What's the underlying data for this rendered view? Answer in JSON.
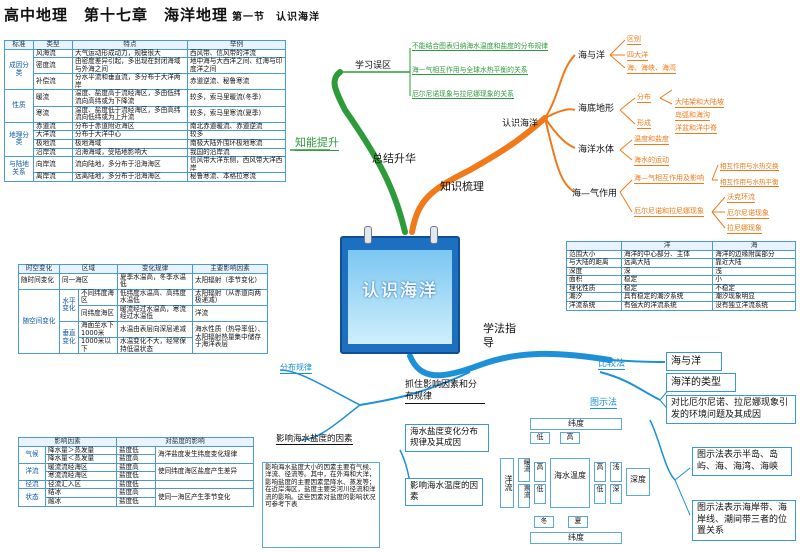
{
  "header": {
    "title": "高中地理　第十七章　海洋地理",
    "subtitle": "第一节　认识海洋"
  },
  "current_table": {
    "headers": [
      "标准",
      "类型",
      "特点",
      "举例"
    ],
    "rows": [
      {
        "g": "成因分类",
        "gspan": 3,
        "type": "风海流",
        "feat": "大气运动形成动力，规模很大",
        "ex": "西风带、信风带的洋流"
      },
      {
        "type": "密度流",
        "feat": "由密度差异引起，多出现在封闭海域与外海之间",
        "ex": "地中海与大西洋之间、红海与印度洋之间"
      },
      {
        "type": "补偿流",
        "feat": "分水平流和垂直流，多分布于大洋两岸",
        "ex": "赤道逆流、秘鲁寒流"
      },
      {
        "g": "性质",
        "gspan": 2,
        "type": "暖流",
        "feat": "温度、盐度高于流经海区，多由低纬流向高纬或为下降流",
        "ex": "较多，索马里暖流(冬季)"
      },
      {
        "type": "寒流",
        "feat": "温度、盐度低于流经海区，多由高纬流向低纬或为上升流",
        "ex": "较多，索马里寒流(夏季)"
      },
      {
        "g": "地理分类",
        "gspan": 4,
        "type": "赤道流",
        "feat": "分布于赤道附近海区",
        "ex": "南北赤道暖流、赤道逆流"
      },
      {
        "type": "大洋流",
        "feat": "分布于大洋中心",
        "ex": "较多"
      },
      {
        "type": "极地流",
        "feat": "极地海域",
        "ex": "南极大陆外围环极地寒流"
      },
      {
        "type": "沿岸流",
        "feat": "沿海海域，受陆地影响大",
        "ex": "我国的沿岸流"
      },
      {
        "g": "与陆地关系",
        "gspan": 2,
        "type": "向岸流",
        "feat": "流向陆地，多分布于沿海海区",
        "ex": "信风带大洋东侧，西风带大洋西岸"
      },
      {
        "type": "离岸流",
        "feat": "远离陆地，多分布于沿海海区",
        "ex": "秘鲁寒流、本格拉寒流"
      }
    ]
  },
  "temp_table": {
    "headers": [
      "时空变化",
      "区域",
      "变化规律",
      "主要影响因素"
    ],
    "rows": [
      {
        "a": "随时间变化",
        "b": "同一海区",
        "c": "夏季水温高，冬季水温低",
        "d": "太阳辐射（季节变化）"
      },
      {
        "a": "随空间变化",
        "b": "水平变化",
        "b1": "不同纬度海区",
        "c": "低纬度水温高、高纬度水温低",
        "d": "太阳辐射（从赤道向两极递减）"
      },
      {
        "b1": "同纬度海区",
        "c": "暖流经过水温高，寒流经过水温低",
        "d": "洋流"
      },
      {
        "b": "垂直变化",
        "b1": "海面至水下1000米",
        "c": "水温由表层向深层递减",
        "d": "海水性质（热导率低）、太阳辐射热量集中储存于海洋表层"
      },
      {
        "b1": "1000米以下",
        "c": "水温变化不大，经常保持低温状态",
        "d": ""
      }
    ]
  },
  "salinity_table": {
    "headers": [
      "影响因素",
      "",
      "对盐度的影响",
      ""
    ],
    "rows": [
      {
        "a": "气候",
        "b": "降水量＞蒸发量",
        "c": "盐度低",
        "d": "海洋盐度发生纬度变化规律"
      },
      {
        "b": "降水量＜蒸发量",
        "c": "盐度高"
      },
      {
        "a": "洋流",
        "b": "暖流流经海区",
        "c": "盐度高",
        "d": "使同纬度海区盐度产生差异"
      },
      {
        "b": "寒流流经海区",
        "c": "盐度低"
      },
      {
        "a": "径流",
        "b": "径流汇入区",
        "c": "盐度低"
      },
      {
        "a": "状态",
        "b": "结冰",
        "c": "盐度高",
        "d": "使同一海区产生季节变化"
      },
      {
        "b": "融冰",
        "c": "盐度低"
      }
    ]
  },
  "compare_table": {
    "headers": [
      "",
      "洋",
      "海"
    ],
    "rows": [
      [
        "范围大小",
        "海洋的中心部分、主体",
        "海洋的边缘附属部分"
      ],
      [
        "与大陆的距离",
        "远离大陆",
        "靠近大陆"
      ],
      [
        "深度",
        "深",
        "浅"
      ],
      [
        "面积",
        "稳定",
        "小"
      ],
      [
        "理化性质",
        "稳定",
        "不稳定"
      ],
      [
        "潮汐",
        "具有稳定的潮汐系统",
        "潮汐现象明显"
      ],
      [
        "洋流系统",
        "有强大的洋流系统",
        "没有独立洋流系统"
      ]
    ]
  },
  "summary": {
    "center": "认识海洋",
    "branch1": "总结升华",
    "ability": "知能提升",
    "mistakes": "学习误区",
    "mistake_items": [
      "不能结合图表归纳海水温度和盐度的分布规律",
      "海—气相互作用与全球水热平衡的关系",
      "厄尔尼诺现象与拉尼娜现象的关系"
    ],
    "knowledge": "知识梳理",
    "learn_ocean": "认识海洋",
    "nodes": {
      "sea_ocean": "海与洋",
      "quzhu": "区别",
      "four": "四大洋",
      "types": "海、海峡、海湾",
      "seabed": "海底地形",
      "fenbu": "分布",
      "xingcheng": "形成",
      "s1": "大陆架和大陆坡",
      "s2": "岛弧和海沟",
      "s3": "洋盆和洋中脊",
      "water": "海洋水体",
      "w1": "温度和盐度",
      "w2": "海水的运动",
      "airsea": "海—气作用",
      "a1": "海—气相互作用及影响",
      "a1a": "相互作用与水热交换",
      "a1b": "相互作用与水热平衡",
      "a2": "厄尔尼诺和拉尼娜现象",
      "a2a": "沃克环流",
      "a2b": "厄尔尼诺现象",
      "a2c": "拉尼娜现象"
    },
    "method": "学法指导",
    "compare": "比较法",
    "c1": "海与洋",
    "c2": "海洋的类型",
    "c3": "对比厄尔尼诺、拉尼娜现象引发的环境问题及其成因",
    "diagram": "图示法",
    "d1": "图示法表示半岛、岛屿、海、海湾、海峡",
    "d2": "图示法表示海岸带、海岸线、潮间带三者的位置关系",
    "factors": "抓住影响因素和分布规律",
    "distribution": "分布规律",
    "salinity_factors": "影响海水盐度的因素",
    "salinity_rule": "海水盐度变化分布规律及其成因",
    "temp_factors": "影响海水温度的因素",
    "note": "影响海水盐度大小的因素主要有气候、洋流、径流等。其中，在外海和大洋，影响盐度的主要因素是降水、蒸发等；在近岸海区，盐度主要受河川径流和洋流的影响。这些因素对盐度的影响状况可参考下表"
  },
  "mini_diagram": {
    "top": "纬度",
    "bottom": "纬度",
    "low": "低",
    "high": "高",
    "winter": "冬",
    "summer": "夏",
    "shallow": "浅",
    "deep": "深",
    "depth": "深度",
    "warm": "暖流",
    "cold": "寒流",
    "ocean_current": "洋流",
    "center": "海水温度"
  },
  "colors": {
    "accent": "#1d6fc0",
    "green": "#2e9b3a",
    "orange": "#f07a1a",
    "blue": "#1e90d8"
  }
}
